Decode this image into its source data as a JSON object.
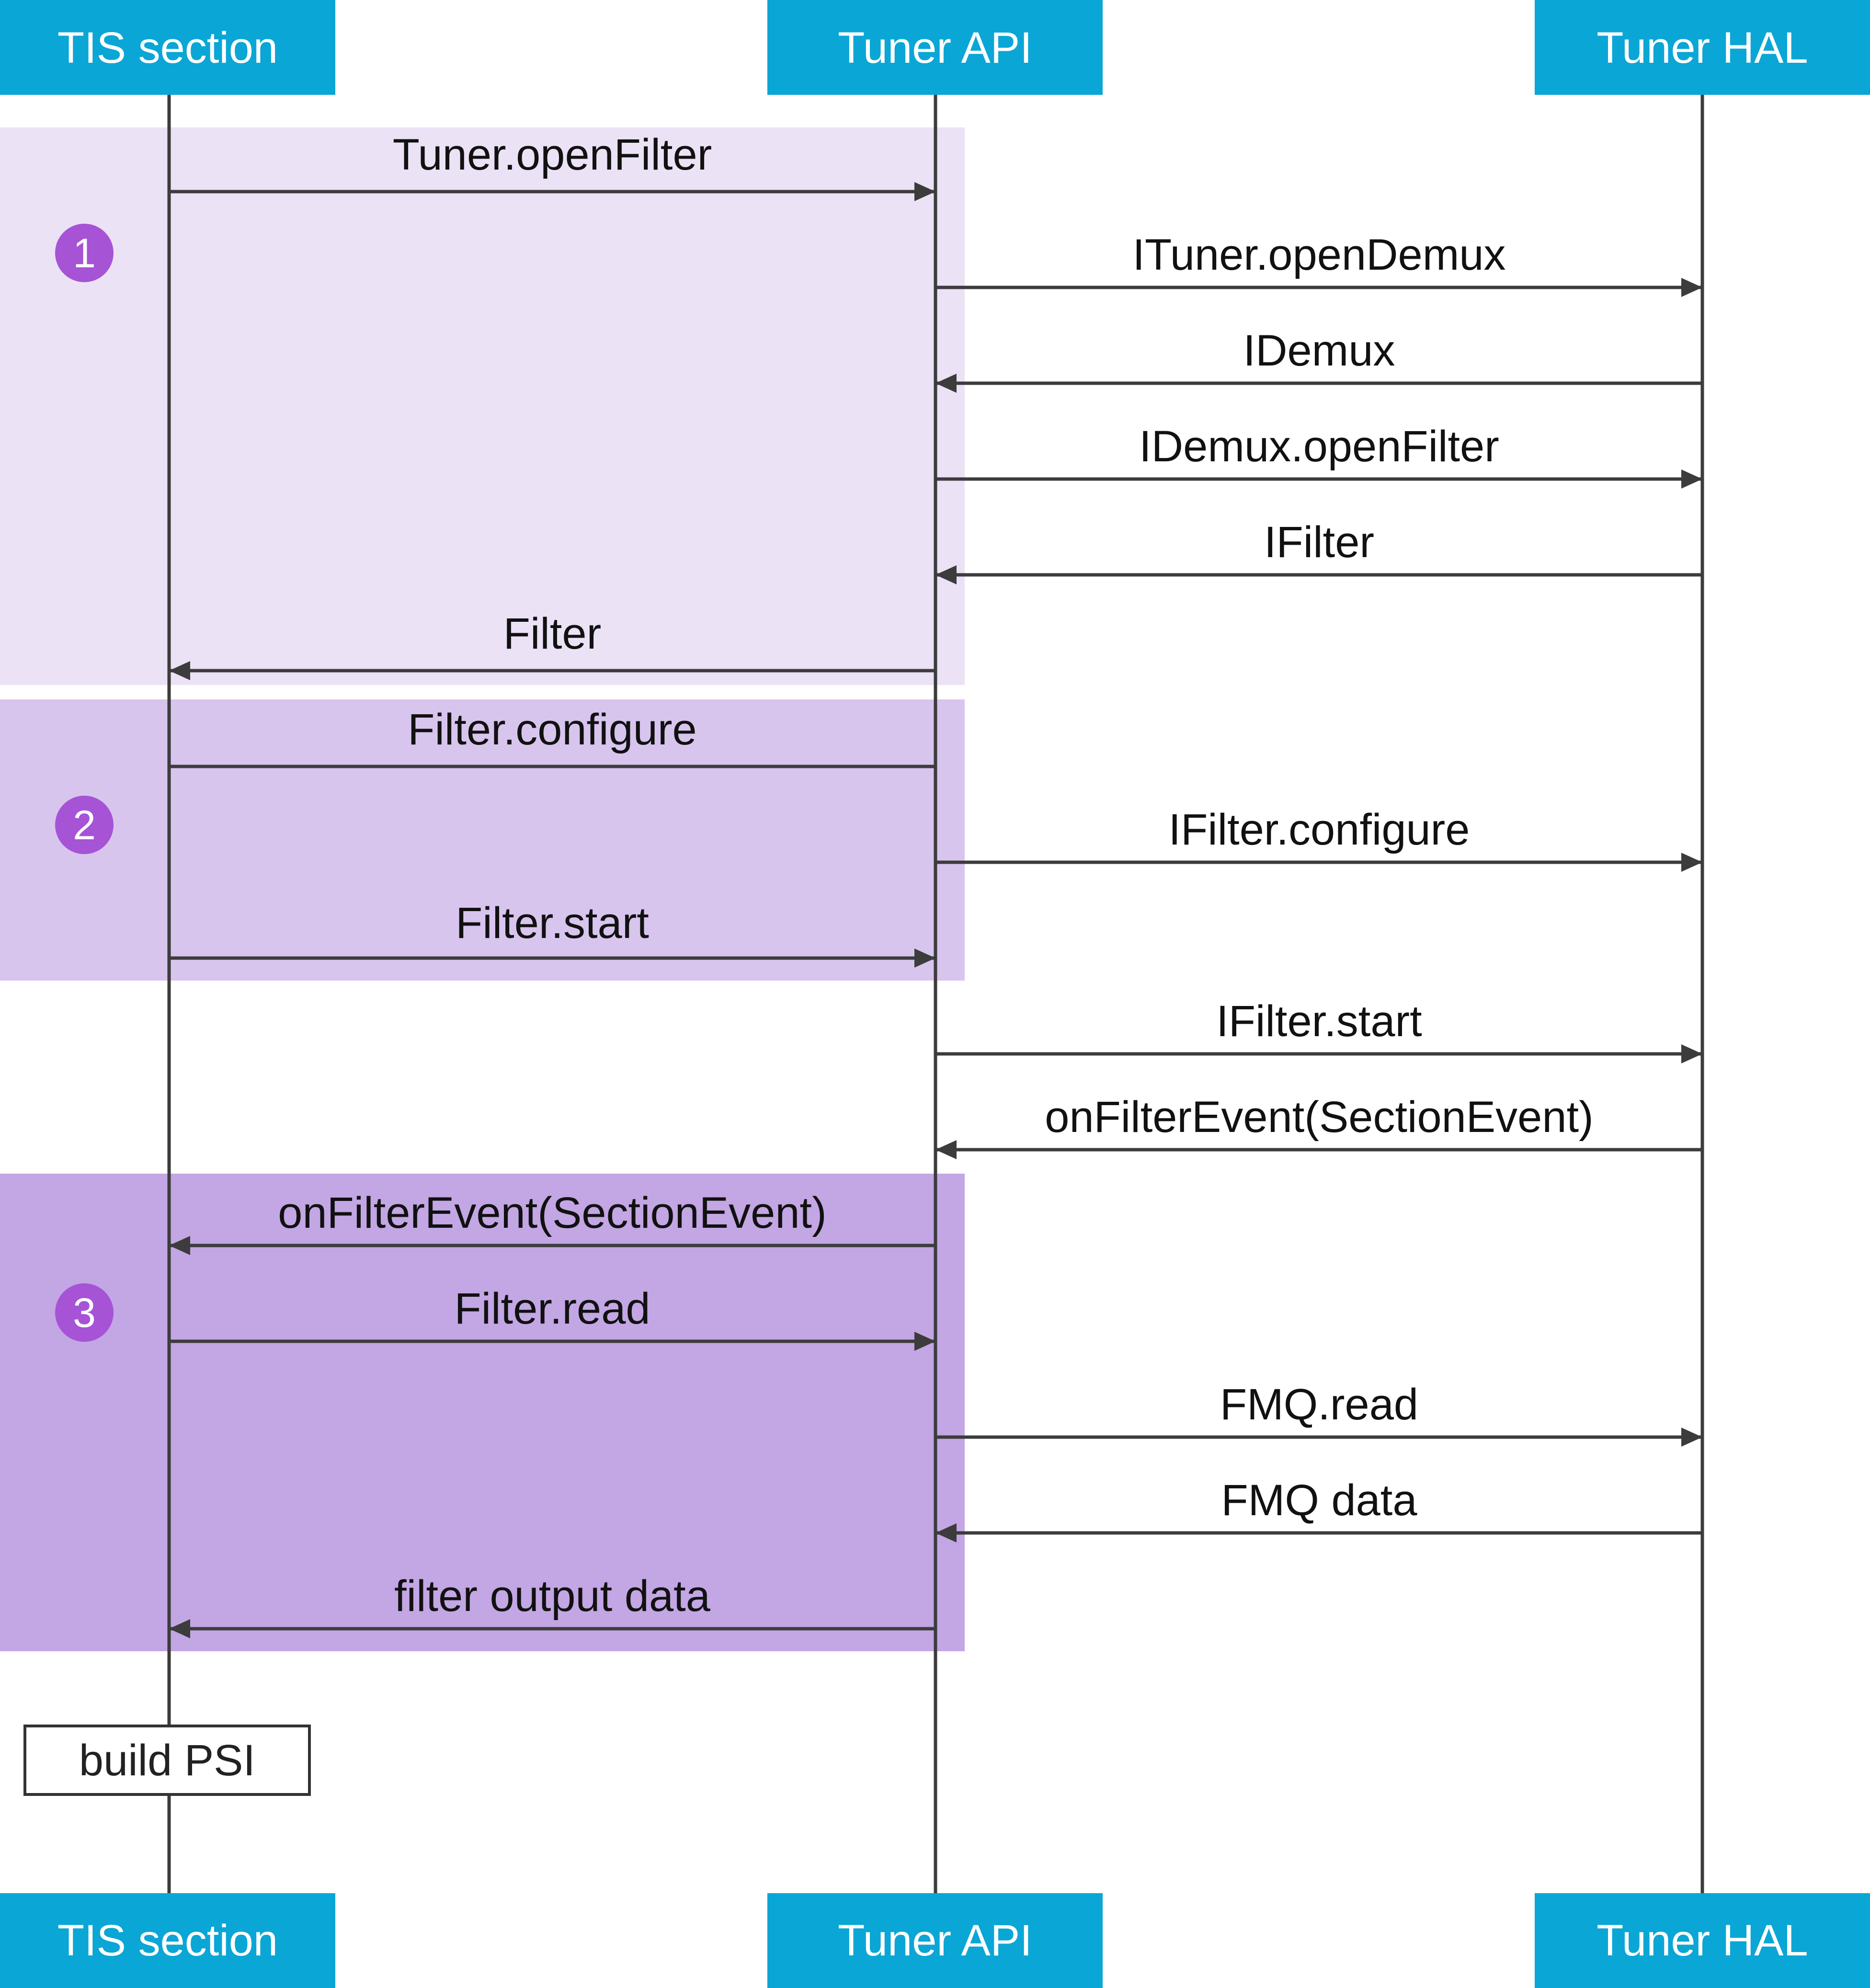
{
  "diagram": {
    "colors": {
      "participant_fill": "#0aa6d6",
      "participant_text": "#ffffff",
      "lifeline": "#3c3c3c",
      "arrow": "#3c3c3c",
      "step_badge": "#a653d6",
      "group_1": "#ebe2f6",
      "group_2": "#d8c5ee",
      "group_3": "#c3a6e4",
      "note_border": "#333333"
    },
    "participants": [
      {
        "id": "tis",
        "label": "TIS section"
      },
      {
        "id": "api",
        "label": "Tuner API"
      },
      {
        "id": "hal",
        "label": "Tuner HAL"
      }
    ],
    "groups": [
      {
        "step": "1",
        "color": "#ebe2f6"
      },
      {
        "step": "2",
        "color": "#d8c5ee"
      },
      {
        "step": "3",
        "color": "#c3a6e4"
      }
    ],
    "messages": [
      {
        "from": "tis",
        "to": "api",
        "label": "Tuner.openFilter",
        "arrow": true
      },
      {
        "from": "api",
        "to": "hal",
        "label": "ITuner.openDemux",
        "arrow": true
      },
      {
        "from": "hal",
        "to": "api",
        "label": "IDemux",
        "arrow": true
      },
      {
        "from": "api",
        "to": "hal",
        "label": "IDemux.openFilter",
        "arrow": true
      },
      {
        "from": "hal",
        "to": "api",
        "label": "IFilter",
        "arrow": true
      },
      {
        "from": "api",
        "to": "tis",
        "label": "Filter",
        "arrow": true
      },
      {
        "from": "tis",
        "to": "api",
        "label": "Filter.configure",
        "arrow": false
      },
      {
        "from": "api",
        "to": "hal",
        "label": "IFilter.configure",
        "arrow": true
      },
      {
        "from": "tis",
        "to": "api",
        "label": "Filter.start",
        "arrow": true
      },
      {
        "from": "api",
        "to": "hal",
        "label": "IFilter.start",
        "arrow": true
      },
      {
        "from": "hal",
        "to": "api",
        "label": "onFilterEvent(SectionEvent)",
        "arrow": true
      },
      {
        "from": "api",
        "to": "tis",
        "label": "onFilterEvent(SectionEvent)",
        "arrow": true
      },
      {
        "from": "tis",
        "to": "api",
        "label": "Filter.read",
        "arrow": true
      },
      {
        "from": "api",
        "to": "hal",
        "label": "FMQ.read",
        "arrow": true
      },
      {
        "from": "hal",
        "to": "api",
        "label": "FMQ data",
        "arrow": true
      },
      {
        "from": "api",
        "to": "tis",
        "label": "filter output data",
        "arrow": true
      }
    ],
    "note": {
      "label": "build PSI"
    }
  }
}
